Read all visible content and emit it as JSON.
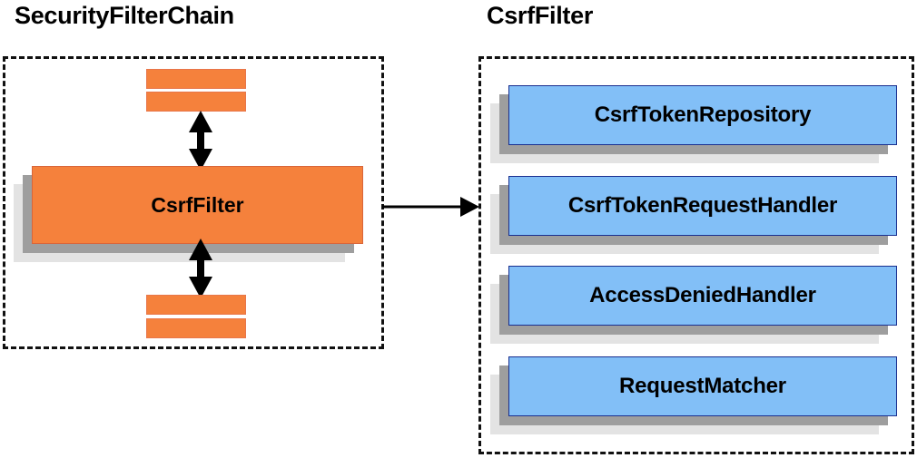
{
  "diagram": {
    "title_left": "SecurityFilterChain",
    "title_right": "CsrfFilter",
    "colors": {
      "filter_orange": "#f5813c",
      "dependency_blue": "#82bff7",
      "shadow_mid": "#9e9e9e",
      "shadow_back": "#e3e3e3",
      "border_blue": "#1a2f8f",
      "panel_border": "#111111"
    }
  },
  "security_filter_chain": {
    "panel_label": "SecurityFilterChain",
    "highlighted_filter": "CsrfFilter",
    "preceding_filters": [
      "",
      ""
    ],
    "following_filters": [
      "",
      ""
    ]
  },
  "csrf_filter": {
    "panel_label": "CsrfFilter",
    "dependencies": [
      {
        "name": "CsrfTokenRepository"
      },
      {
        "name": "CsrfTokenRequestHandler"
      },
      {
        "name": "AccessDeniedHandler"
      },
      {
        "name": "RequestMatcher"
      }
    ]
  },
  "connectors": {
    "chain_to_detail": "expands-to",
    "filter_up": "bidirectional",
    "filter_down": "bidirectional"
  }
}
